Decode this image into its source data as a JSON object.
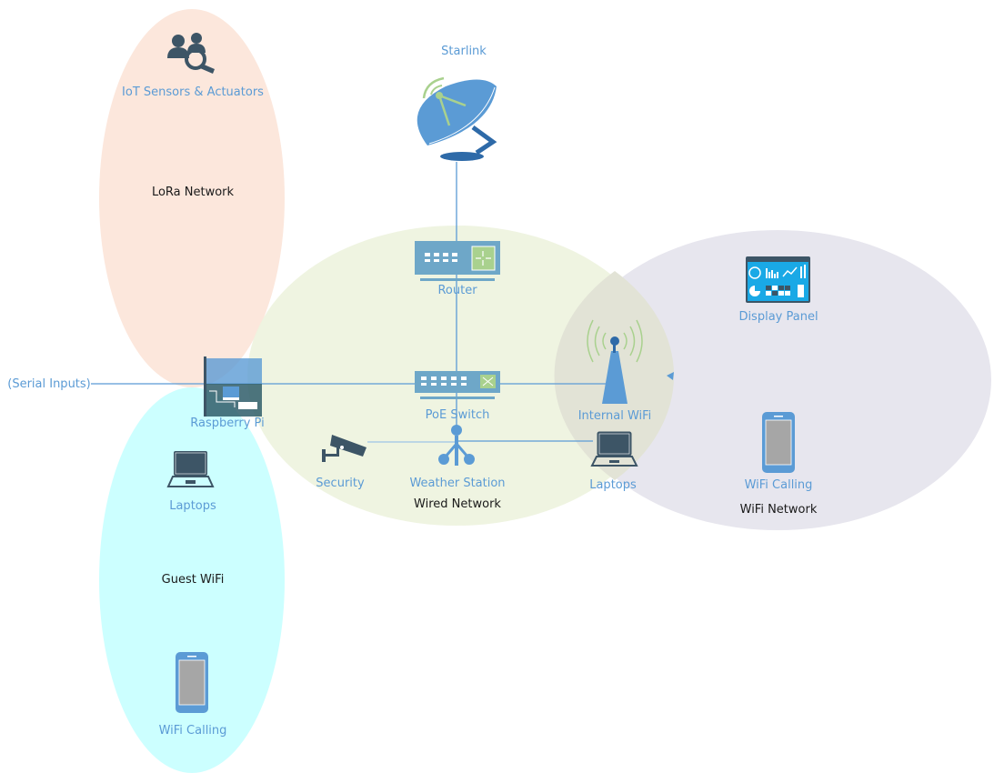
{
  "zones": {
    "lora": {
      "label": "LoRa Network",
      "color": "#fce7dc"
    },
    "wired": {
      "label": "Wired Network",
      "color": "#eef3df"
    },
    "wifi": {
      "label": "WiFi Network",
      "color": "#e7e6ee"
    },
    "guest": {
      "label": "Guest WiFi",
      "color": "#ccffff"
    }
  },
  "nodes": {
    "iot": {
      "label": "IoT Sensors & Actuators",
      "icon": "user-search-icon"
    },
    "starlink": {
      "label": "Starlink",
      "icon": "satellite-dish-icon"
    },
    "router": {
      "label": "Router",
      "icon": "router-icon"
    },
    "poe_switch": {
      "label": "PoE Switch",
      "icon": "switch-icon"
    },
    "raspberry_pi": {
      "label": "Raspberry Pi",
      "icon": "circuit-board-icon"
    },
    "serial_inputs": {
      "label": "(Serial Inputs)"
    },
    "security": {
      "label": "Security",
      "icon": "security-camera-icon"
    },
    "weather_station": {
      "label": "Weather Station",
      "icon": "network-hub-icon"
    },
    "internal_wifi": {
      "label": "Internal WiFi",
      "icon": "wifi-tower-icon"
    },
    "laptops_wired": {
      "label": "Laptops",
      "icon": "laptop-icon"
    },
    "display_panel": {
      "label": "Display Panel",
      "icon": "dashboard-icon"
    },
    "wifi_calling": {
      "label": "WiFi Calling",
      "icon": "smartphone-icon"
    },
    "guest_laptops": {
      "label": "Laptops",
      "icon": "laptop-icon"
    },
    "guest_wifi_calling": {
      "label": "WiFi Calling",
      "icon": "smartphone-icon"
    }
  },
  "colors": {
    "link": "#5b9bd5",
    "label": "#5b9bd5",
    "icon_dark": "#3d5566",
    "icon_blue": "#5b9bd5",
    "icon_green": "#a9d18e"
  }
}
